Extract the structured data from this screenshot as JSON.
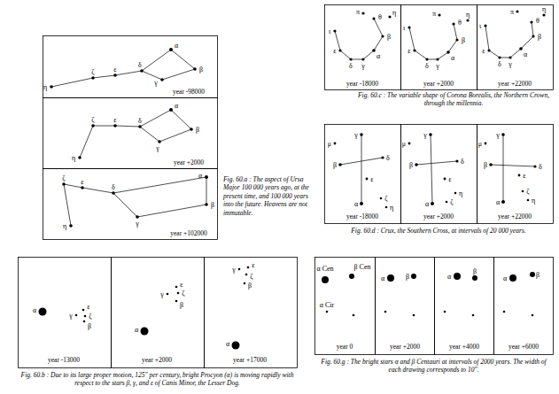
{
  "diagram": {
    "labels": [
      "η",
      "ζ",
      "ε",
      "δ",
      "α",
      "β",
      "γ",
      "year -98000",
      "η",
      "ζ",
      "ε",
      "δ",
      "α",
      "β",
      "γ",
      "year +2000",
      "η",
      "ζ",
      "ε",
      "δ",
      "α",
      "β",
      "γ",
      "year +102000",
      "ι",
      "ε",
      "δ",
      "γ",
      "α",
      "β",
      "θ",
      "η",
      "π",
      "year -18000",
      "ι",
      "ε",
      "δ",
      "γ",
      "α",
      "β",
      "θ",
      "η",
      "π",
      "year +2000",
      "ι",
      "ε",
      "δ",
      "γ",
      "α",
      "β",
      "θ",
      "η",
      "π",
      "year +22000",
      "γ",
      "α",
      "β",
      "δ",
      "ε",
      "μ",
      "ζ",
      "η",
      "year -18000",
      "γ",
      "α",
      "β",
      "δ",
      "ε",
      "μ",
      "ζ",
      "η",
      "year +2000",
      "γ",
      "α",
      "β",
      "δ",
      "ε",
      "μ",
      "ζ",
      "η",
      "year +22000",
      "α",
      "ε",
      "γ",
      "ζ",
      "β",
      "year -13000",
      "α",
      "ε",
      "γ",
      "ζ",
      "β",
      "year +2000",
      "α",
      "ε",
      "γ",
      "ζ",
      "β",
      "year +17000",
      "α Cen",
      "β Cen",
      "α Cir",
      "year 0",
      "α",
      "β",
      "year +2000",
      "α",
      "β",
      "year +4000",
      "α",
      "β",
      "year +6000",
      "Fig. 60.a : The aspect of Ursa Major 100 000 years ago, at the present time, and 100 000 years into the future. Heavens are not immutable.",
      "Fig. 60.c : The variable shape of Corona Borealis, the Northern Crown, through the millennia.",
      "Fig. 60.d : Crux, the Southern Cross, at intervals of 20 000 years.",
      "Fig. 60.b : Due to its large proper motion, 125\" per century, bright Procyon (α) is moving rapidly with respect to the stars β, γ, and ε of Canis Minor, the Lesser Dog.",
      "Fig. 60.g : The bright stars α and β Centauri at intervals of 2000 years. The width of each drawing corresponds to 10\"."
    ]
  }
}
